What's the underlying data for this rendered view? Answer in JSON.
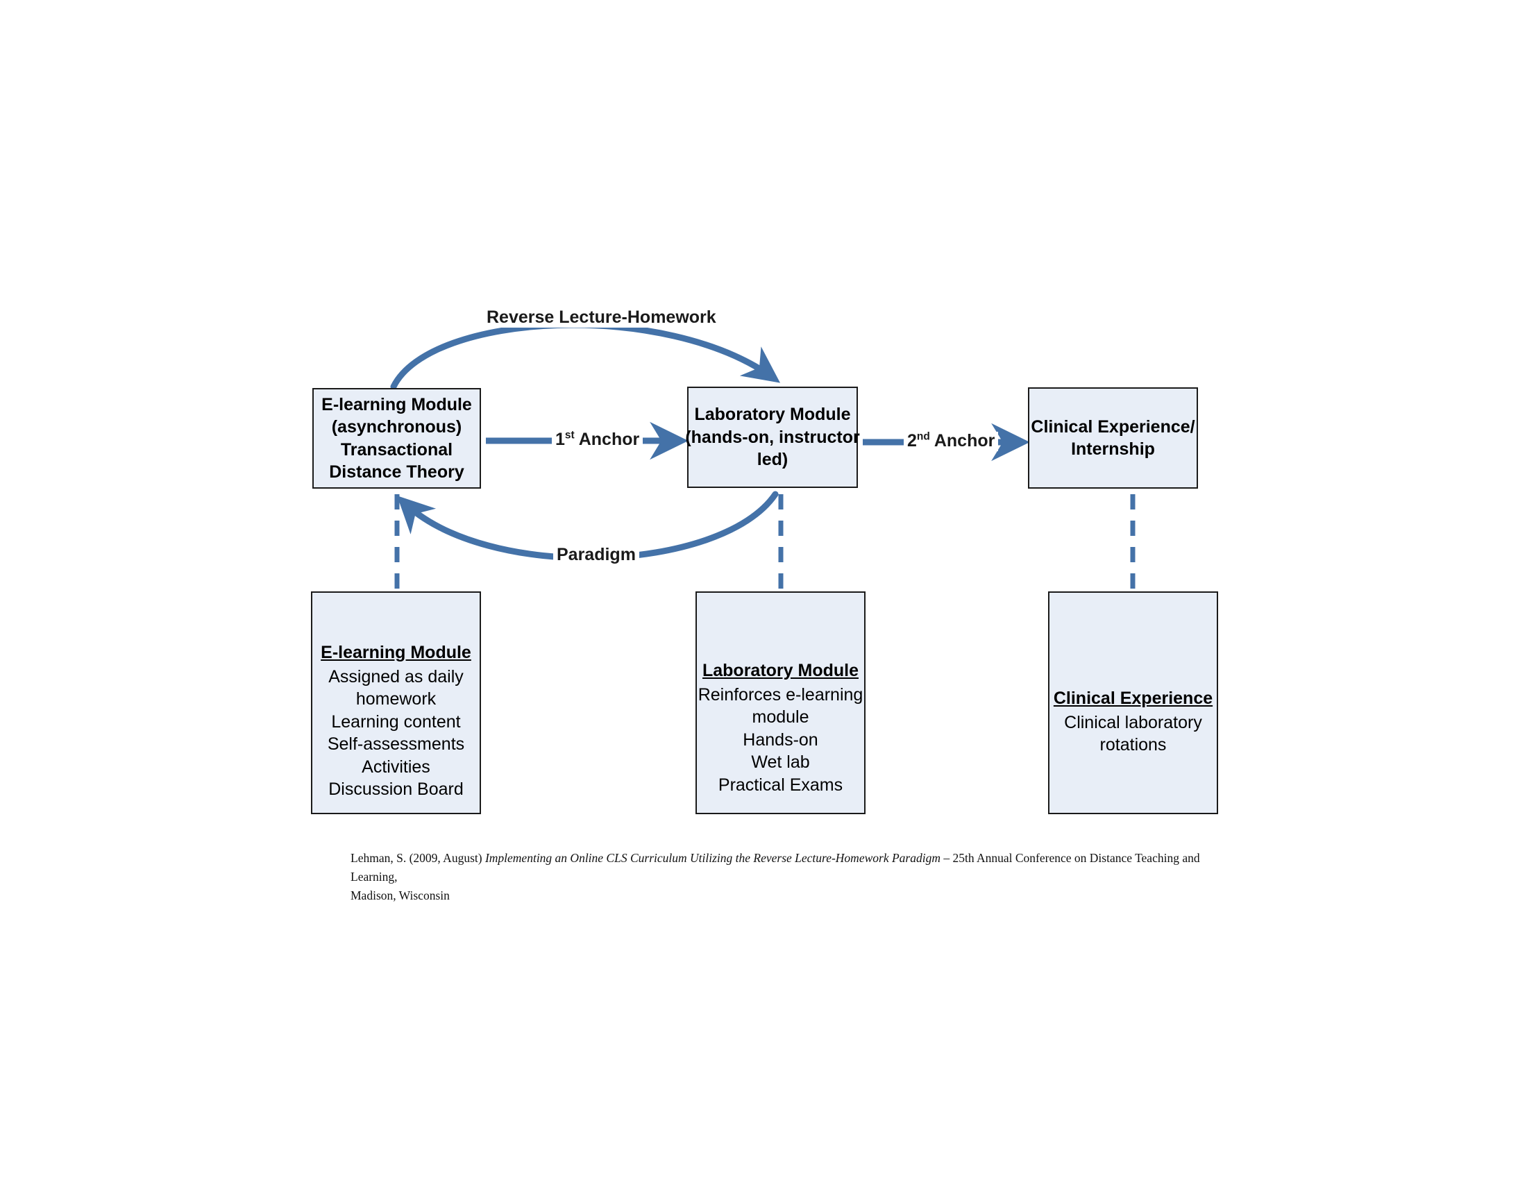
{
  "diagram": {
    "title": "Reverse Lecture-Homework Paradigm Curriculum Model",
    "colors": {
      "box_fill": "#e8eef7",
      "box_border": "#1a1a1a",
      "arrow": "#4472a8",
      "text": "#1a1a1a",
      "background": "#ffffff"
    },
    "process_nodes": [
      {
        "id": "e-learning-module",
        "line1": "E-learning Module",
        "line2": "(asynchronous)",
        "line3": "Transactional",
        "line4": "Distance Theory"
      },
      {
        "id": "laboratory-module",
        "line1": "Laboratory Module",
        "line2": "(hands-on, instructor",
        "line3": "led)"
      },
      {
        "id": "clinical-experience",
        "line1": "Clinical Experience/",
        "line2": "Internship"
      }
    ],
    "detail_nodes": [
      {
        "id": "e-learning-detail",
        "title": "E-learning Module",
        "items": [
          "Assigned as daily",
          "homework",
          "Learning content",
          "Self-assessments",
          "Activities",
          "Discussion Board"
        ]
      },
      {
        "id": "laboratory-detail",
        "title": "Laboratory Module",
        "items": [
          "Reinforces e-learning",
          "module",
          "Hands-on",
          "Wet lab",
          "Practical Exams"
        ]
      },
      {
        "id": "clinical-detail",
        "title": "Clinical Experience",
        "items": [
          "Clinical laboratory",
          "rotations"
        ]
      }
    ],
    "edge_labels": {
      "top_curve": "Reverse Lecture-Homework",
      "bottom_curve": "Paradigm",
      "first_anchor_prefix": "1",
      "first_anchor_sup": "st",
      "first_anchor_suffix": " Anchor",
      "second_anchor_prefix": "2",
      "second_anchor_sup": "nd",
      "second_anchor_suffix": " Anchor"
    }
  },
  "citation": {
    "author_year": "Lehman, S. (2009, August) ",
    "work_title": "Implementing an Online CLS Curriculum Utilizing the Reverse Lecture-Homework Paradigm",
    "conference": " – 25th Annual Conference on Distance Teaching and Learning,",
    "location": "Madison, Wisconsin"
  }
}
